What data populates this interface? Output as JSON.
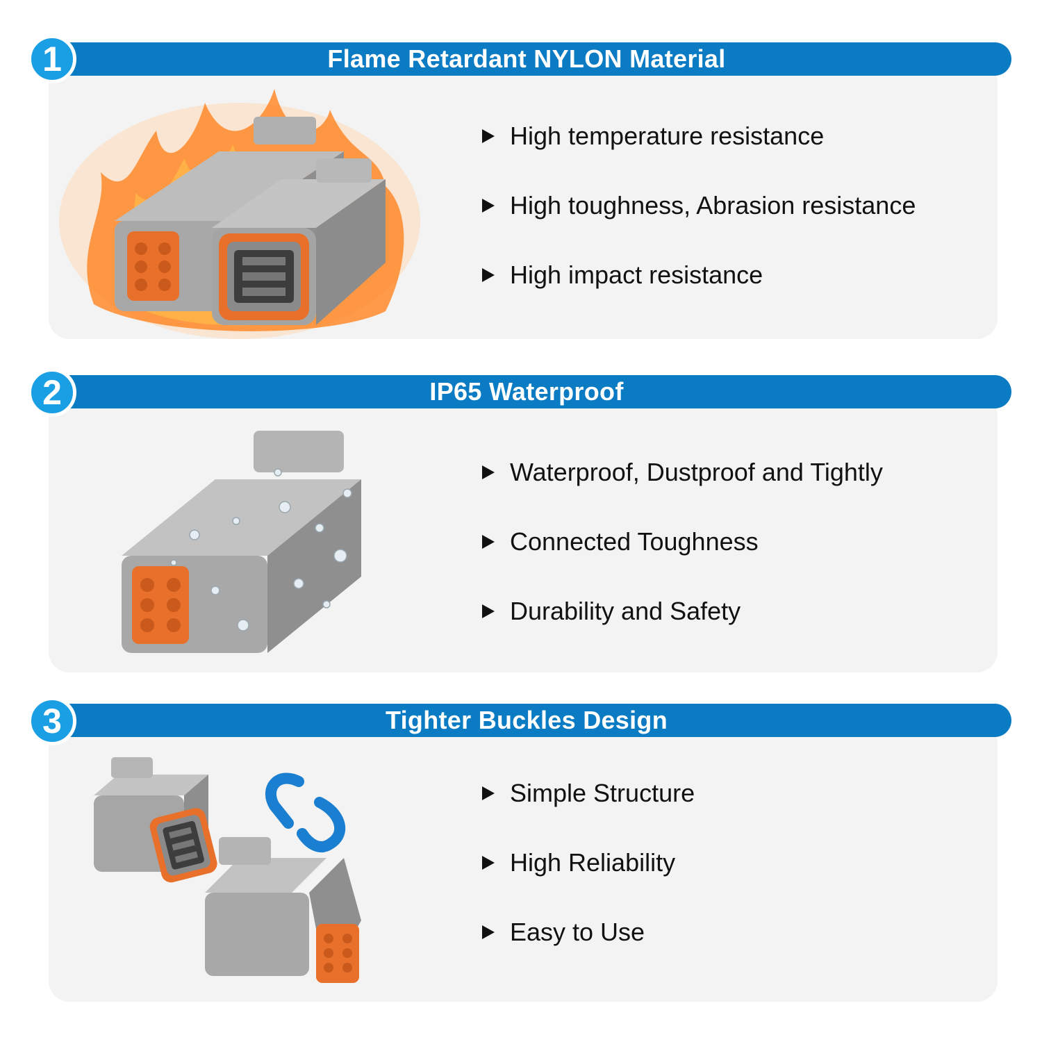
{
  "colors": {
    "banner": "#0b7bc4",
    "badge": "#1a9ee4",
    "panel": "#f3f3f3",
    "connector_gray": "#a8a8a8",
    "seal_orange": "#e8702a",
    "chain_blue": "#1a7fd0"
  },
  "sections": [
    {
      "number": "1",
      "title": "Flame Retardant NYLON Material",
      "illustration": "connector-pair-in-flames",
      "features": [
        "High temperature resistance",
        "High toughness, Abrasion resistance",
        "High impact resistance"
      ]
    },
    {
      "number": "2",
      "title": "IP65 Waterproof",
      "illustration": "connector-with-water-droplets",
      "features": [
        "Waterproof, Dustproof and Tightly",
        "Connected Toughness",
        "Durability and Safety"
      ]
    },
    {
      "number": "3",
      "title": "Tighter Buckles Design",
      "illustration": "connectors-with-chain-link-icon",
      "features": [
        "Simple Structure",
        "High Reliability",
        "Easy to Use"
      ]
    }
  ]
}
